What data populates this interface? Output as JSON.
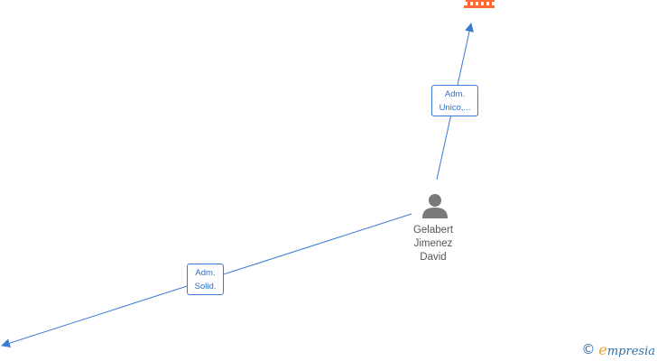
{
  "edges": [
    {
      "id": "adm-unico",
      "label_lines": [
        "Adm.",
        "Unico,..."
      ]
    },
    {
      "id": "adm-solid",
      "label_lines": [
        "Adm.",
        "Solid."
      ]
    }
  ],
  "person": {
    "icon": "person-icon",
    "name_lines": [
      "Gelabert",
      "Jimenez",
      "David"
    ]
  },
  "company_node": {
    "icon": "building-icon",
    "color": "#ff6a33"
  },
  "colors": {
    "edge": "#3a7bd5",
    "person_icon": "#7a7a7a",
    "brand": "#2a6fa8"
  },
  "watermark": {
    "symbol": "©",
    "brand_initial": "e",
    "brand_rest": "mpresia"
  }
}
